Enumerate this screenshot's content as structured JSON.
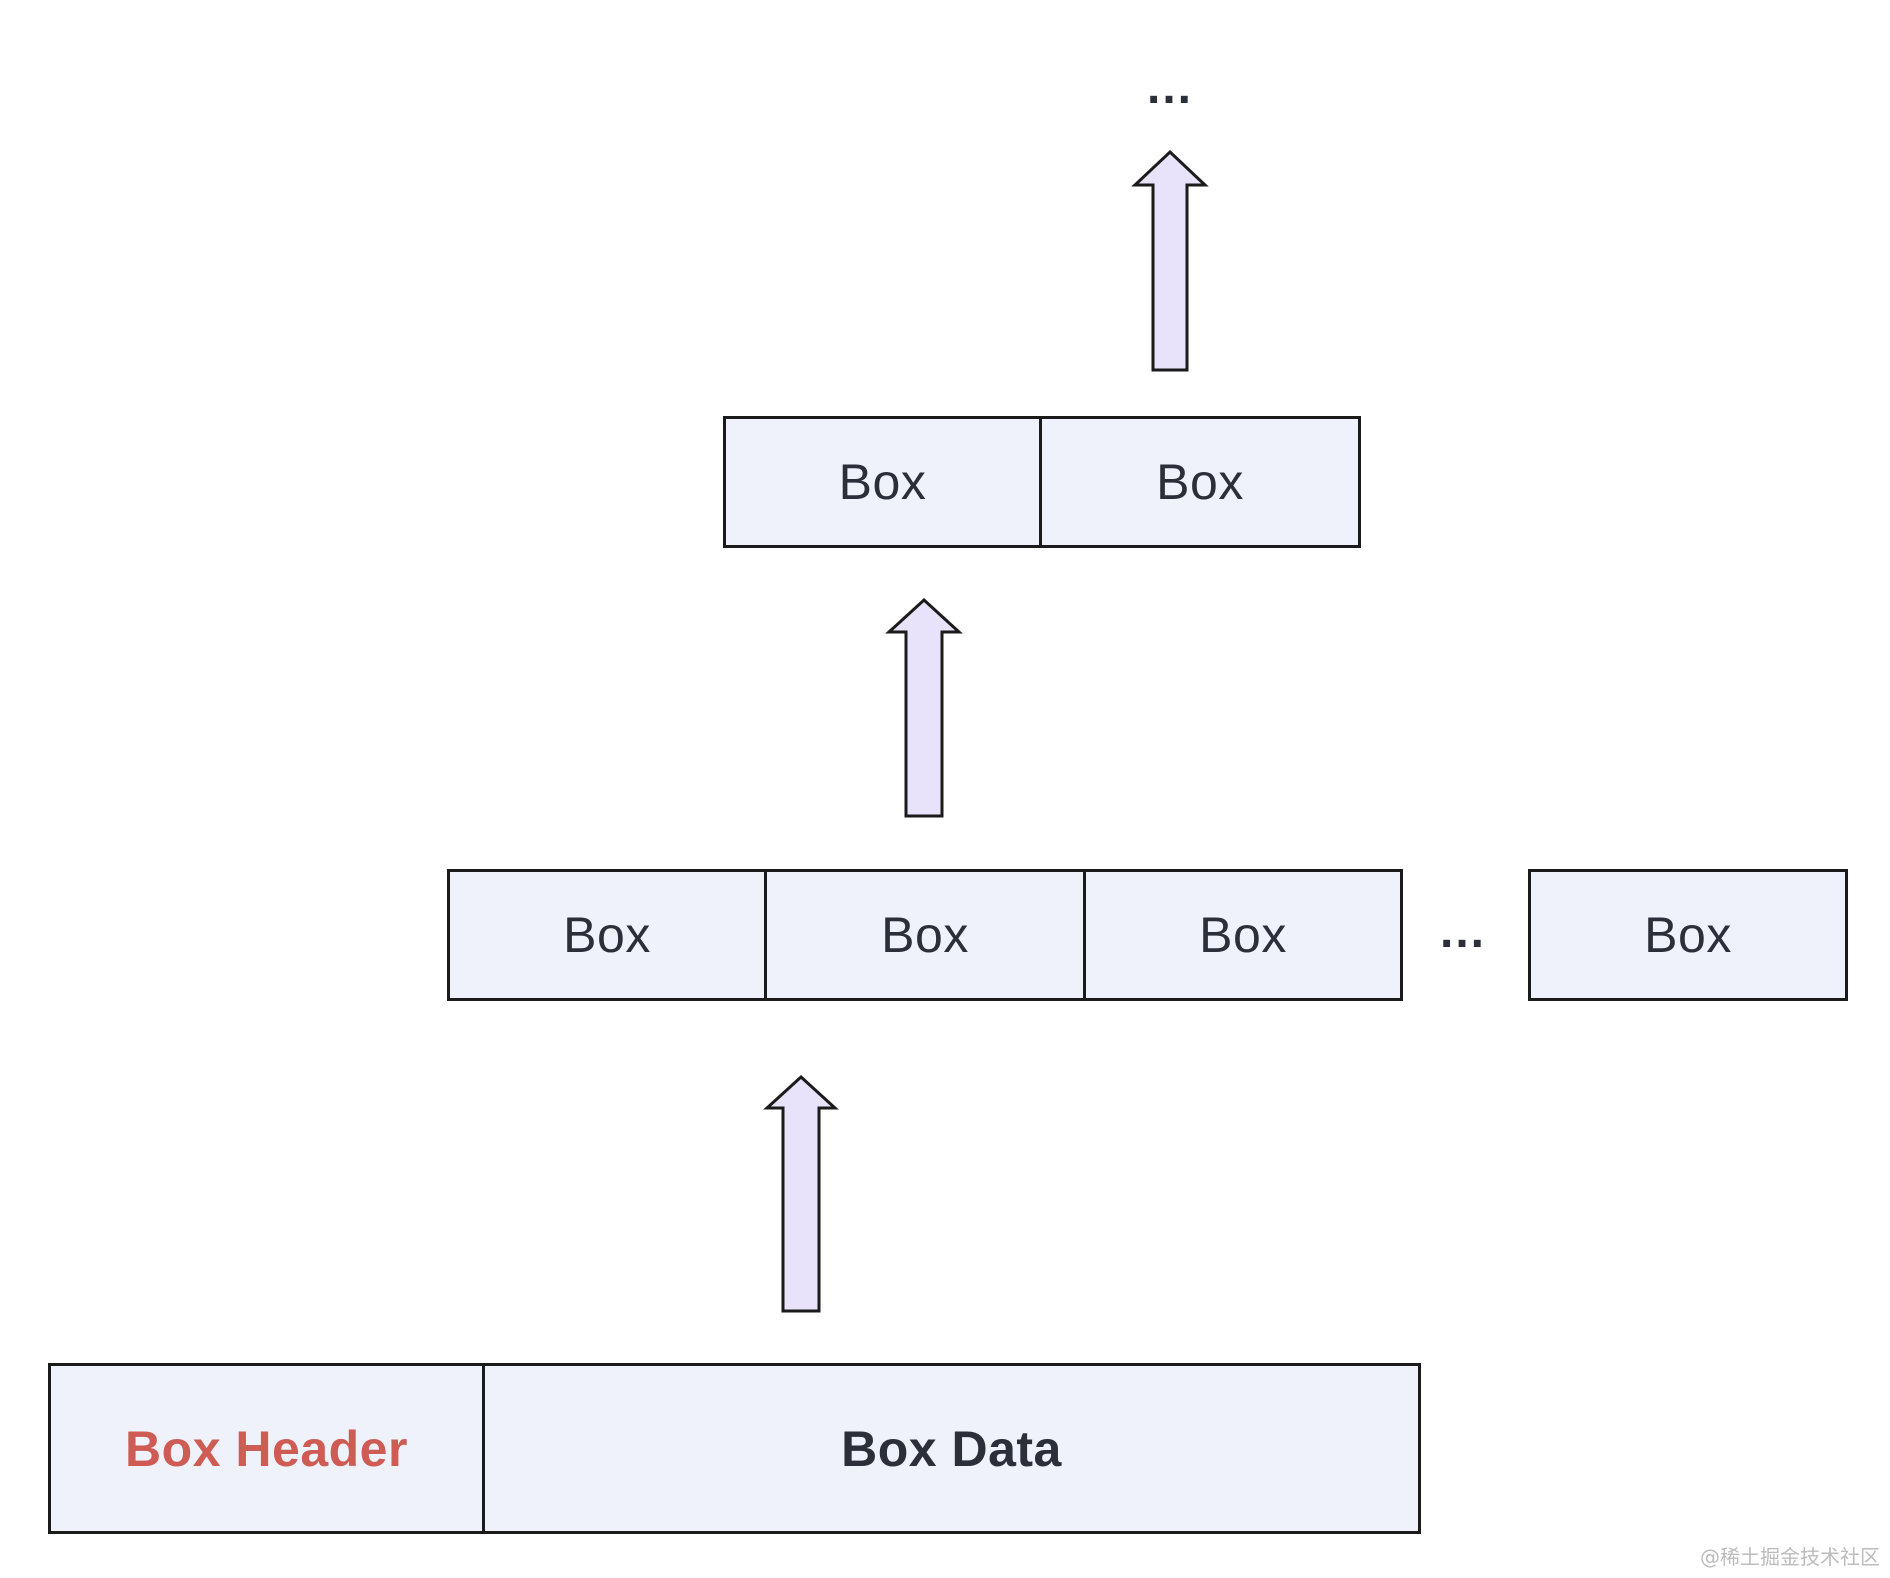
{
  "colors": {
    "box_fill": "#eff2fb",
    "box_border": "#1b1b1b",
    "arrow_fill": "#e8e3fa",
    "header_text": "#cf5b55",
    "dark_text": "#2a2f3a",
    "watermark_text": "#bcbcbc"
  },
  "top_ellipsis": "...",
  "level_top": {
    "boxes": [
      "Box",
      "Box"
    ]
  },
  "level_middle": {
    "boxes": [
      "Box",
      "Box",
      "Box"
    ],
    "ellipsis": "...",
    "last_box": "Box"
  },
  "level_bottom": {
    "header_label": "Box Header",
    "data_label": "Box Data"
  },
  "watermark": "@稀土掘金技术社区"
}
